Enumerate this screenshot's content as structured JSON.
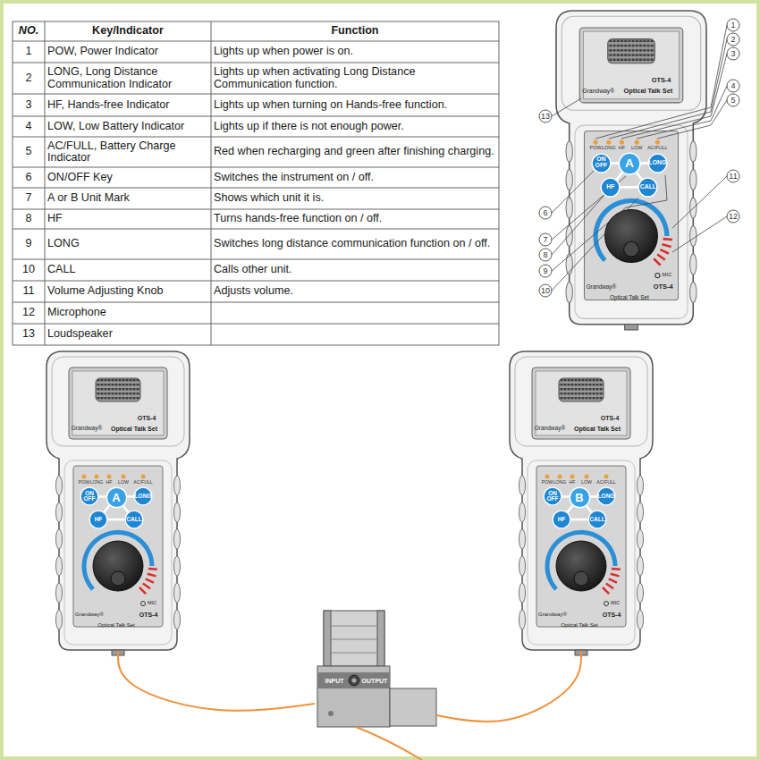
{
  "diagram": {
    "nodes": [
      {
        "text": [
          "Grandway®",
          "OTS-4",
          "Optical Talk Set",
          "Grandway®",
          "Optical Talk Set",
          "OTS-4",
          "MIC"
        ]
      },
      {
        "text": [
          "ON OFF"
        ],
        "in": 0
      },
      {
        "text": [
          "A"
        ],
        "in": 0
      },
      {
        "text": [
          "LONG"
        ],
        "in": 0
      },
      {
        "text": [
          "HF"
        ],
        "in": 0
      },
      {
        "text": [
          "CALL"
        ],
        "in": 0
      },
      {
        "text": [
          "Grandway®",
          "OTS-4",
          "Optical Talk Set",
          "Grandway®",
          "Optical Talk Set",
          "OTS-4",
          "MIC"
        ]
      },
      {
        "text": [
          "ON OFF"
        ],
        "in": 6
      },
      {
        "text": [
          "A"
        ],
        "in": 6
      },
      {
        "text": [
          "LONG"
        ],
        "in": 6
      },
      {
        "text": [
          "HF"
        ],
        "in": 6
      },
      {
        "text": [
          "CALL"
        ],
        "in": 6
      },
      {
        "text": [
          "INPUT",
          "OUTPUT"
        ]
      },
      {
        "text": [
          "Grandway®",
          "OTS-4",
          "Optical Talk Set",
          "Grandway®",
          "Optical Talk Set",
          "OTS-4",
          "MIC"
        ]
      },
      {
        "text": [
          "ON OFF"
        ],
        "in": 13
      },
      {
        "text": [
          "B"
        ],
        "in": 13
      },
      {
        "text": [
          "LONG"
        ],
        "in": 13
      },
      {
        "text": [
          "HF"
        ],
        "in": 13
      },
      {
        "text": [
          "CALL"
        ],
        "in": 13
      }
    ],
    "edges": [
      {
        "from": 6,
        "to": 12,
        "arrow": "none"
      },
      {
        "from": 13,
        "to": 12,
        "arrow": "none"
      }
    ],
    "labels": [
      "NO.",
      "Key/Indicator",
      "Function",
      "1",
      "POW, Power Indicator",
      "Lights up when power is on.",
      "2",
      "LONG, Long Distance Communication Indicator",
      "Lights up when activating Long Distance Communication function.",
      "3",
      "HF, Hands-free Indicator",
      "Lights up when turning on Hands-free function.",
      "4",
      "LOW, Low Battery Indicator",
      "Lights up if there is not enough power.",
      "5",
      "AC/FULL, Battery Charge Indicator",
      "Red when recharging and green after finishing charging.",
      "6",
      "ON/OFF Key",
      "Switches the instrument on / off.",
      "7",
      "A or B Unit Mark",
      "Shows which unit it is.",
      "8",
      "HF",
      "Turns hands-free function on / off.",
      "9",
      "LONG",
      "Switches long distance communication function on / off.",
      "10",
      "CALL",
      "Calls other unit.",
      "11",
      "Volume Adjusting Knob",
      "Adjusts volume.",
      "12",
      "Microphone",
      "13",
      "Loudspeaker",
      "1",
      "2",
      "3",
      "4",
      "5",
      "6",
      "7",
      "8",
      "9",
      "10",
      "11",
      "12",
      "13",
      "POW",
      "LONG",
      "HF",
      "LOW",
      "AC/FULL",
      "POW",
      "LONG",
      "HF",
      "LOW",
      "AC/FULL",
      "POW",
      "LONG",
      "HF",
      "LOW",
      "AC/FULL"
    ]
  }
}
